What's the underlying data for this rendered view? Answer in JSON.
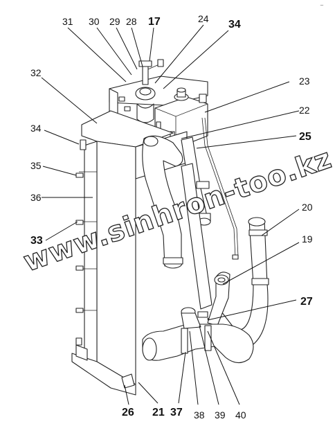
{
  "corner_mark": "~",
  "watermark": "www.sinhron-too.kz",
  "callouts": [
    {
      "id": "31",
      "text": "31",
      "bold": false
    },
    {
      "id": "30",
      "text": "30",
      "bold": false
    },
    {
      "id": "29",
      "text": "29",
      "bold": false
    },
    {
      "id": "28",
      "text": "28",
      "bold": false
    },
    {
      "id": "17",
      "text": "17",
      "bold": true
    },
    {
      "id": "24",
      "text": "24",
      "bold": false
    },
    {
      "id": "34a",
      "text": "34",
      "bold": true
    },
    {
      "id": "32",
      "text": "32",
      "bold": false
    },
    {
      "id": "23",
      "text": "23",
      "bold": false
    },
    {
      "id": "22",
      "text": "22",
      "bold": false
    },
    {
      "id": "25",
      "text": "25",
      "bold": true
    },
    {
      "id": "34b",
      "text": "34",
      "bold": false
    },
    {
      "id": "35",
      "text": "35",
      "bold": false
    },
    {
      "id": "36",
      "text": "36",
      "bold": false
    },
    {
      "id": "20",
      "text": "20",
      "bold": false
    },
    {
      "id": "33",
      "text": "33",
      "bold": true
    },
    {
      "id": "19",
      "text": "19",
      "bold": false
    },
    {
      "id": "27",
      "text": "27",
      "bold": true
    },
    {
      "id": "26",
      "text": "26",
      "bold": true
    },
    {
      "id": "21",
      "text": "21",
      "bold": true
    },
    {
      "id": "37",
      "text": "37",
      "bold": true
    },
    {
      "id": "38",
      "text": "38",
      "bold": false
    },
    {
      "id": "39",
      "text": "39",
      "bold": false
    },
    {
      "id": "40",
      "text": "40",
      "bold": false
    }
  ]
}
